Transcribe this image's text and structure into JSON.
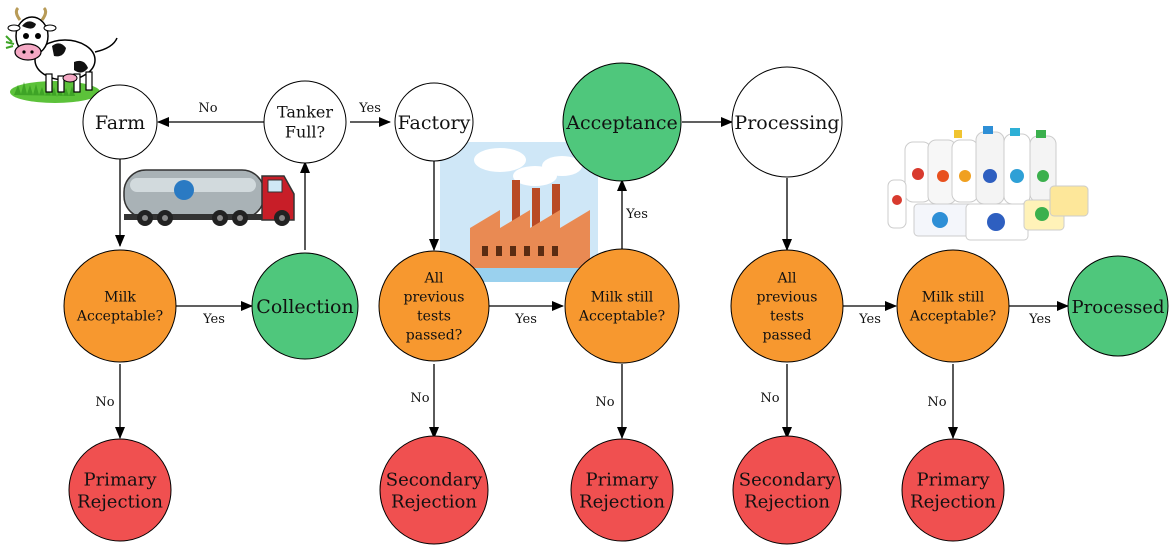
{
  "colors": {
    "decision": "#f7982f",
    "accept": "#4fc77c",
    "reject": "#f05050",
    "plain": "#ffffff",
    "stroke": "#000000"
  },
  "nodes": {
    "farm": "Farm",
    "tanker_full": [
      "Tanker",
      "Full?"
    ],
    "factory": "Factory",
    "acceptance": "Acceptance",
    "processing": "Processing",
    "milk_acceptable": [
      "Milk",
      "Acceptable?"
    ],
    "collection": "Collection",
    "prev_tests_1": [
      "All",
      "previous",
      "tests",
      "passed?"
    ],
    "milk_still_1": [
      "Milk still",
      "Acceptable?"
    ],
    "prev_tests_2": [
      "All",
      "previous",
      "tests",
      "passed"
    ],
    "milk_still_2": [
      "Milk still",
      "Acceptable?"
    ],
    "processed": "Processed",
    "primary_rejection_1": [
      "Primary",
      "Rejection"
    ],
    "secondary_rejection_1": [
      "Secondary",
      "Rejection"
    ],
    "primary_rejection_2": [
      "Primary",
      "Rejection"
    ],
    "secondary_rejection_2": [
      "Secondary",
      "Rejection"
    ],
    "primary_rejection_3": [
      "Primary",
      "Rejection"
    ]
  },
  "edges": {
    "yes": "Yes",
    "no": "No"
  },
  "illustrations": {
    "cow": "cow-illustration",
    "truck": "milk-tanker-truck-illustration",
    "factory": "factory-illustration",
    "products": "dairy-products-illustration"
  }
}
